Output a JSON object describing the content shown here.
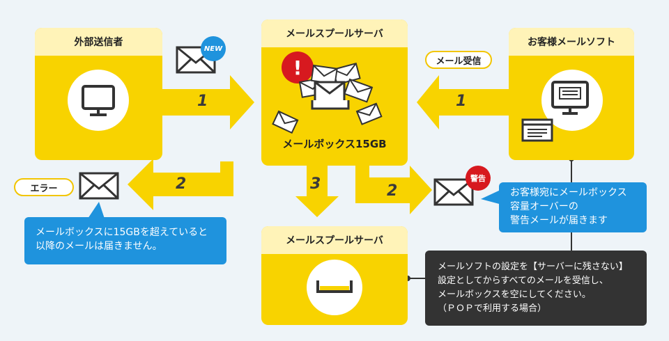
{
  "sender": {
    "title": "外部送信者",
    "new_badge": "NEW"
  },
  "server_top": {
    "title": "メールスプールサーバ",
    "caption": "メールボックス15GB",
    "alert": "!"
  },
  "client": {
    "title": "お客様メールソフト",
    "receive_label": "メール受信"
  },
  "server_bottom": {
    "title": "メールスプールサーバ"
  },
  "arrows": {
    "n1_left": "1",
    "n1_right": "1",
    "n2_left": "2",
    "n2_right": "2",
    "n3": "3"
  },
  "error": {
    "label": "エラー",
    "note_line1": "メールボックスに15GBを超えていると",
    "note_line2": "以降のメールは届きません。"
  },
  "warning": {
    "badge": "警告",
    "note_line1": "お客様宛にメールボックス",
    "note_line2": "容量オーバーの",
    "note_line3": "警告メールが届きます"
  },
  "advice": {
    "line1": "メールソフトの設定を【サーバーに残さない】",
    "line2": "設定としてからすべてのメールを受信し、",
    "line3": "メールボックスを空にしてください。",
    "line4": "（ＰＯＰで利用する場合）"
  },
  "colors": {
    "yellow": "#f8d300",
    "header": "#fff3b8",
    "blue": "#1f93dd",
    "dark": "#333333",
    "red": "#d7191f"
  }
}
